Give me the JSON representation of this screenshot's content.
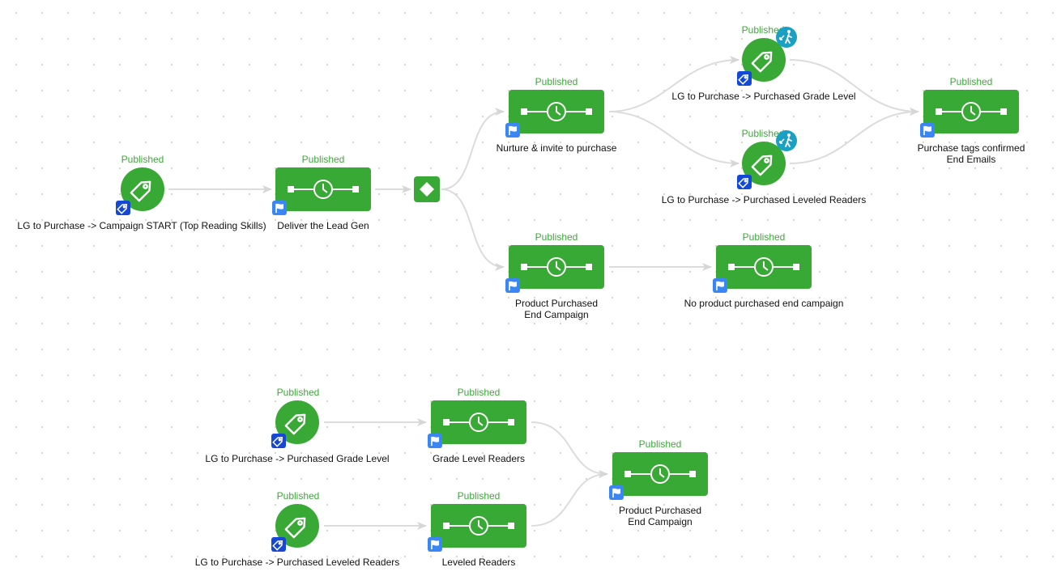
{
  "canvas": {
    "name": "Campaign flow builder"
  },
  "colors": {
    "node_green": "#39a935",
    "status_text": "#3aaa35",
    "tag_badge": "#1448d6",
    "flag_badge": "#3a86f5",
    "exit_badge": "#1ba0c4",
    "edge": "#d6d6d6"
  },
  "nodes": [
    {
      "id": "n1",
      "type": "tag-trigger",
      "status": "Published",
      "label": "LG to Purchase -> Campaign START (Top Reading Skills)",
      "badge": "tag-icon"
    },
    {
      "id": "n2",
      "type": "email-sequence",
      "status": "Published",
      "label": "Deliver the Lead Gen",
      "badge": "flag-icon"
    },
    {
      "id": "n3",
      "type": "condition",
      "status": "",
      "label": ""
    },
    {
      "id": "n4",
      "type": "email-sequence",
      "status": "Published",
      "label": "Nurture & invite to purchase",
      "badge": "flag-icon"
    },
    {
      "id": "n5",
      "type": "tag-trigger",
      "status": "Published",
      "label": "LG to Purchase -> Purchased Grade Level",
      "badge": "tag-icon",
      "exit": "walk-out-icon"
    },
    {
      "id": "n6",
      "type": "tag-trigger",
      "status": "Published",
      "label": "LG to Purchase -> Purchased Leveled Readers",
      "badge": "tag-icon",
      "exit": "walk-out-icon"
    },
    {
      "id": "n7",
      "type": "email-sequence",
      "status": "Published",
      "label_lines": [
        "Purchase tags confirmed",
        "End Emails"
      ],
      "badge": "flag-icon"
    },
    {
      "id": "n8",
      "type": "email-sequence",
      "status": "Published",
      "label_lines": [
        "Product Purchased",
        "End Campaign"
      ],
      "badge": "flag-icon"
    },
    {
      "id": "n9",
      "type": "email-sequence",
      "status": "Published",
      "label": "No product purchased end campaign",
      "badge": "flag-icon"
    },
    {
      "id": "n10",
      "type": "tag-trigger",
      "status": "Published",
      "label": "LG to Purchase -> Purchased Grade Level",
      "badge": "tag-icon"
    },
    {
      "id": "n11",
      "type": "email-sequence",
      "status": "Published",
      "label": "Grade Level Readers",
      "badge": "flag-icon"
    },
    {
      "id": "n12",
      "type": "tag-trigger",
      "status": "Published",
      "label": "LG to Purchase -> Purchased Leveled Readers",
      "badge": "tag-icon"
    },
    {
      "id": "n13",
      "type": "email-sequence",
      "status": "Published",
      "label": "Leveled Readers",
      "badge": "flag-icon"
    },
    {
      "id": "n14",
      "type": "email-sequence",
      "status": "Published",
      "label_lines": [
        "Product Purchased",
        "End Campaign"
      ],
      "badge": "flag-icon"
    }
  ],
  "edges": [
    [
      "n1",
      "n2"
    ],
    [
      "n2",
      "n3"
    ],
    [
      "n3",
      "n4"
    ],
    [
      "n3",
      "n8"
    ],
    [
      "n4",
      "n5"
    ],
    [
      "n4",
      "n6"
    ],
    [
      "n5",
      "n7"
    ],
    [
      "n6",
      "n7"
    ],
    [
      "n8",
      "n9"
    ],
    [
      "n10",
      "n11"
    ],
    [
      "n12",
      "n13"
    ],
    [
      "n11",
      "n14"
    ],
    [
      "n13",
      "n14"
    ]
  ]
}
